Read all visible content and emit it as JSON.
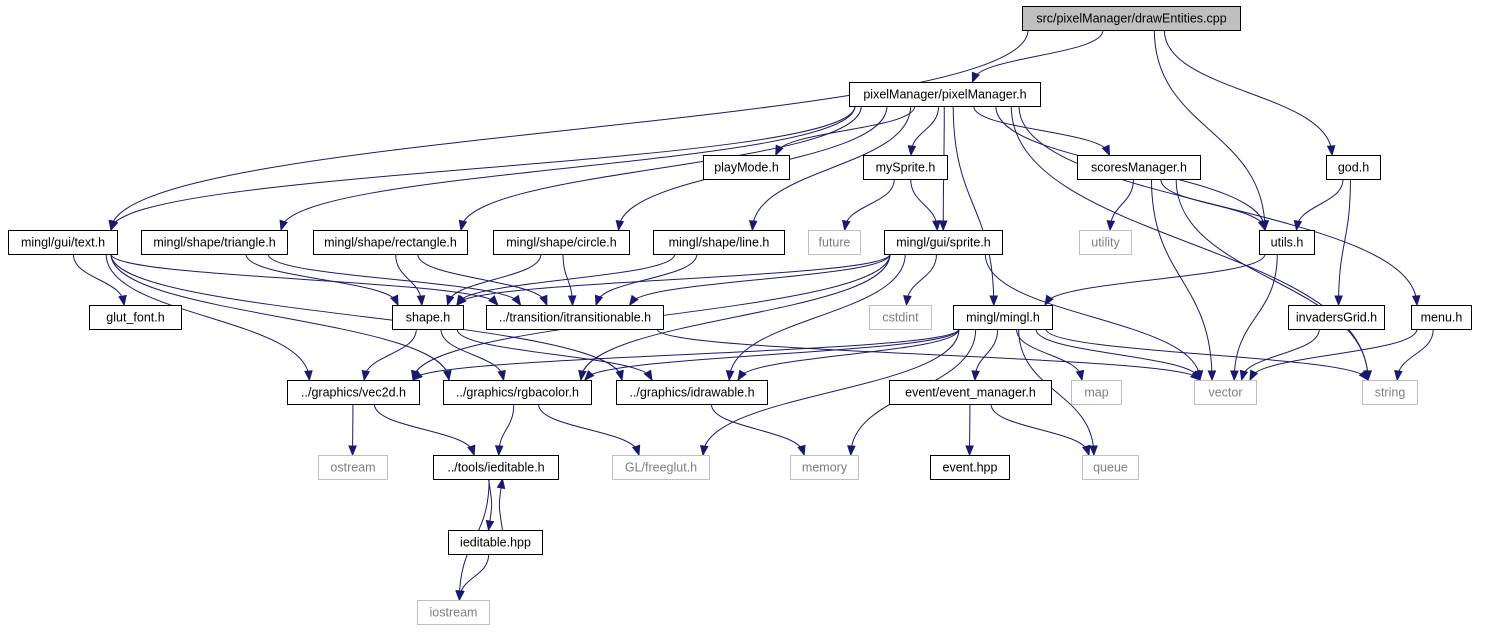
{
  "graph": {
    "nodes": {
      "root": {
        "label": "src/pixelManager/drawEntities.cpp",
        "style": "root"
      },
      "pm": {
        "label": "pixelManager/pixelManager.h",
        "style": "header"
      },
      "text": {
        "label": "mingl/gui/text.h",
        "style": "header"
      },
      "tri": {
        "label": "mingl/shape/triangle.h",
        "style": "header"
      },
      "rect": {
        "label": "mingl/shape/rectangle.h",
        "style": "header"
      },
      "circ": {
        "label": "mingl/shape/circle.h",
        "style": "header"
      },
      "line": {
        "label": "mingl/shape/line.h",
        "style": "header"
      },
      "playmode": {
        "label": "playMode.h",
        "style": "header"
      },
      "mysprite": {
        "label": "mySprite.h",
        "style": "header"
      },
      "sprite": {
        "label": "mingl/gui/sprite.h",
        "style": "header"
      },
      "scores": {
        "label": "scoresManager.h",
        "style": "header"
      },
      "god": {
        "label": "god.h",
        "style": "header"
      },
      "utils": {
        "label": "utils.h",
        "style": "header"
      },
      "future": {
        "label": "future",
        "style": "system"
      },
      "utility": {
        "label": "utility",
        "style": "system"
      },
      "glutfont": {
        "label": "glut_font.h",
        "style": "header"
      },
      "shape": {
        "label": "shape.h",
        "style": "header"
      },
      "itrans": {
        "label": "../transition/itransitionable.h",
        "style": "header"
      },
      "cstdint": {
        "label": "cstdint",
        "style": "system"
      },
      "mingl": {
        "label": "mingl/mingl.h",
        "style": "header"
      },
      "invaders": {
        "label": "invadersGrid.h",
        "style": "header"
      },
      "menu": {
        "label": "menu.h",
        "style": "header"
      },
      "vec2d": {
        "label": "../graphics/vec2d.h",
        "style": "header"
      },
      "rgba": {
        "label": "../graphics/rgbacolor.h",
        "style": "header"
      },
      "idraw": {
        "label": "../graphics/idrawable.h",
        "style": "header"
      },
      "evmgr": {
        "label": "event/event_manager.h",
        "style": "header"
      },
      "map": {
        "label": "map",
        "style": "system"
      },
      "vector": {
        "label": "vector",
        "style": "system"
      },
      "string": {
        "label": "string",
        "style": "system"
      },
      "ostream": {
        "label": "ostream",
        "style": "system"
      },
      "iedit": {
        "label": "../tools/ieditable.h",
        "style": "header"
      },
      "freeglut": {
        "label": "GL/freeglut.h",
        "style": "system"
      },
      "memory": {
        "label": "memory",
        "style": "system"
      },
      "evhpp": {
        "label": "event.hpp",
        "style": "header"
      },
      "queue": {
        "label": "queue",
        "style": "system"
      },
      "ieditpp": {
        "label": "ieditable.hpp",
        "style": "header"
      },
      "iostream": {
        "label": "iostream",
        "style": "system"
      }
    },
    "edges": [
      [
        "root",
        "pm"
      ],
      [
        "root",
        "text"
      ],
      [
        "root",
        "utils"
      ],
      [
        "root",
        "god"
      ],
      [
        "pm",
        "text"
      ],
      [
        "pm",
        "tri"
      ],
      [
        "pm",
        "rect"
      ],
      [
        "pm",
        "circ"
      ],
      [
        "pm",
        "line"
      ],
      [
        "pm",
        "playmode"
      ],
      [
        "pm",
        "mysprite"
      ],
      [
        "pm",
        "sprite"
      ],
      [
        "pm",
        "mingl"
      ],
      [
        "pm",
        "scores"
      ],
      [
        "pm",
        "utils"
      ],
      [
        "pm",
        "menu"
      ],
      [
        "pm",
        "string"
      ],
      [
        "text",
        "glutfont"
      ],
      [
        "text",
        "itrans"
      ],
      [
        "text",
        "vec2d"
      ],
      [
        "text",
        "rgba"
      ],
      [
        "text",
        "idraw"
      ],
      [
        "tri",
        "shape"
      ],
      [
        "tri",
        "itrans"
      ],
      [
        "rect",
        "shape"
      ],
      [
        "rect",
        "itrans"
      ],
      [
        "circ",
        "shape"
      ],
      [
        "circ",
        "itrans"
      ],
      [
        "line",
        "shape"
      ],
      [
        "line",
        "itrans"
      ],
      [
        "mysprite",
        "future"
      ],
      [
        "mysprite",
        "sprite"
      ],
      [
        "sprite",
        "shape"
      ],
      [
        "sprite",
        "itrans"
      ],
      [
        "sprite",
        "cstdint"
      ],
      [
        "sprite",
        "vec2d"
      ],
      [
        "sprite",
        "rgba"
      ],
      [
        "sprite",
        "idraw"
      ],
      [
        "sprite",
        "vector"
      ],
      [
        "scores",
        "utility"
      ],
      [
        "scores",
        "utils"
      ],
      [
        "scores",
        "vector"
      ],
      [
        "scores",
        "string"
      ],
      [
        "god",
        "utils"
      ],
      [
        "god",
        "invaders"
      ],
      [
        "utils",
        "mingl"
      ],
      [
        "utils",
        "vector"
      ],
      [
        "shape",
        "vec2d"
      ],
      [
        "shape",
        "rgba"
      ],
      [
        "shape",
        "idraw"
      ],
      [
        "itrans",
        "vector"
      ],
      [
        "mingl",
        "vec2d"
      ],
      [
        "mingl",
        "rgba"
      ],
      [
        "mingl",
        "idraw"
      ],
      [
        "mingl",
        "evmgr"
      ],
      [
        "mingl",
        "map"
      ],
      [
        "mingl",
        "vector"
      ],
      [
        "mingl",
        "string"
      ],
      [
        "mingl",
        "freeglut"
      ],
      [
        "mingl",
        "memory"
      ],
      [
        "mingl",
        "queue"
      ],
      [
        "invaders",
        "vector"
      ],
      [
        "menu",
        "vector"
      ],
      [
        "menu",
        "string"
      ],
      [
        "vec2d",
        "ostream"
      ],
      [
        "vec2d",
        "iedit"
      ],
      [
        "rgba",
        "iedit"
      ],
      [
        "rgba",
        "freeglut"
      ],
      [
        "idraw",
        "memory"
      ],
      [
        "evmgr",
        "evhpp"
      ],
      [
        "evmgr",
        "queue"
      ],
      [
        "iedit",
        "ieditpp"
      ],
      [
        "iedit",
        "iostream"
      ],
      [
        "ieditpp",
        "iedit"
      ],
      [
        "ieditpp",
        "iostream"
      ]
    ]
  },
  "colors": {
    "edge": "#191970",
    "header_border": "#000000",
    "header_fill": "#ffffff",
    "root_fill": "#bfbfbf",
    "system_border": "#bfbfbf",
    "system_text": "#7f7f7f",
    "header_text": "#000000"
  }
}
